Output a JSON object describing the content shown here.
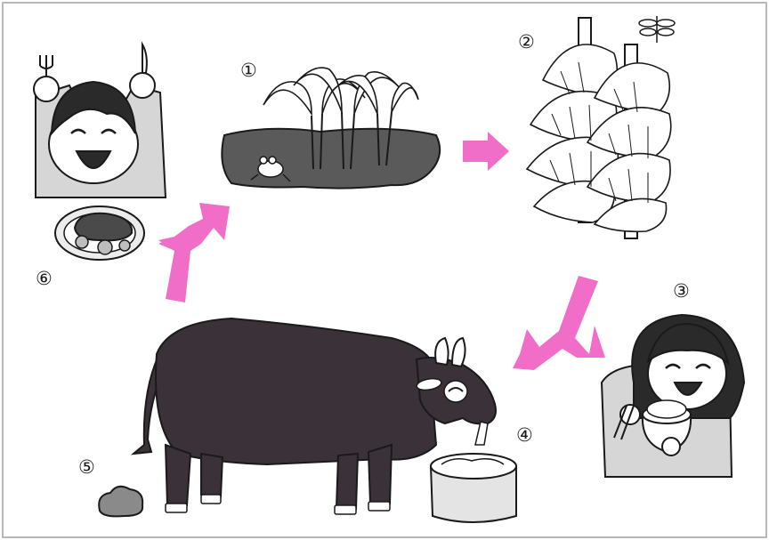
{
  "steps": [
    {
      "label": "①",
      "name": "rice-paddy"
    },
    {
      "label": "②",
      "name": "drying-rice-straw"
    },
    {
      "label": "③",
      "name": "girl-eating-rice"
    },
    {
      "label": "④",
      "name": "feed-bucket"
    },
    {
      "label": "⑤",
      "name": "cow-dung"
    },
    {
      "label": "⑥",
      "name": "boy-eating-steak"
    }
  ],
  "colors": {
    "arrow": "#f06ec8",
    "ink": "#1a1a1a",
    "cow": "#3a3238",
    "mud": "#5a5a5a",
    "frame": "#b8b8b8"
  }
}
